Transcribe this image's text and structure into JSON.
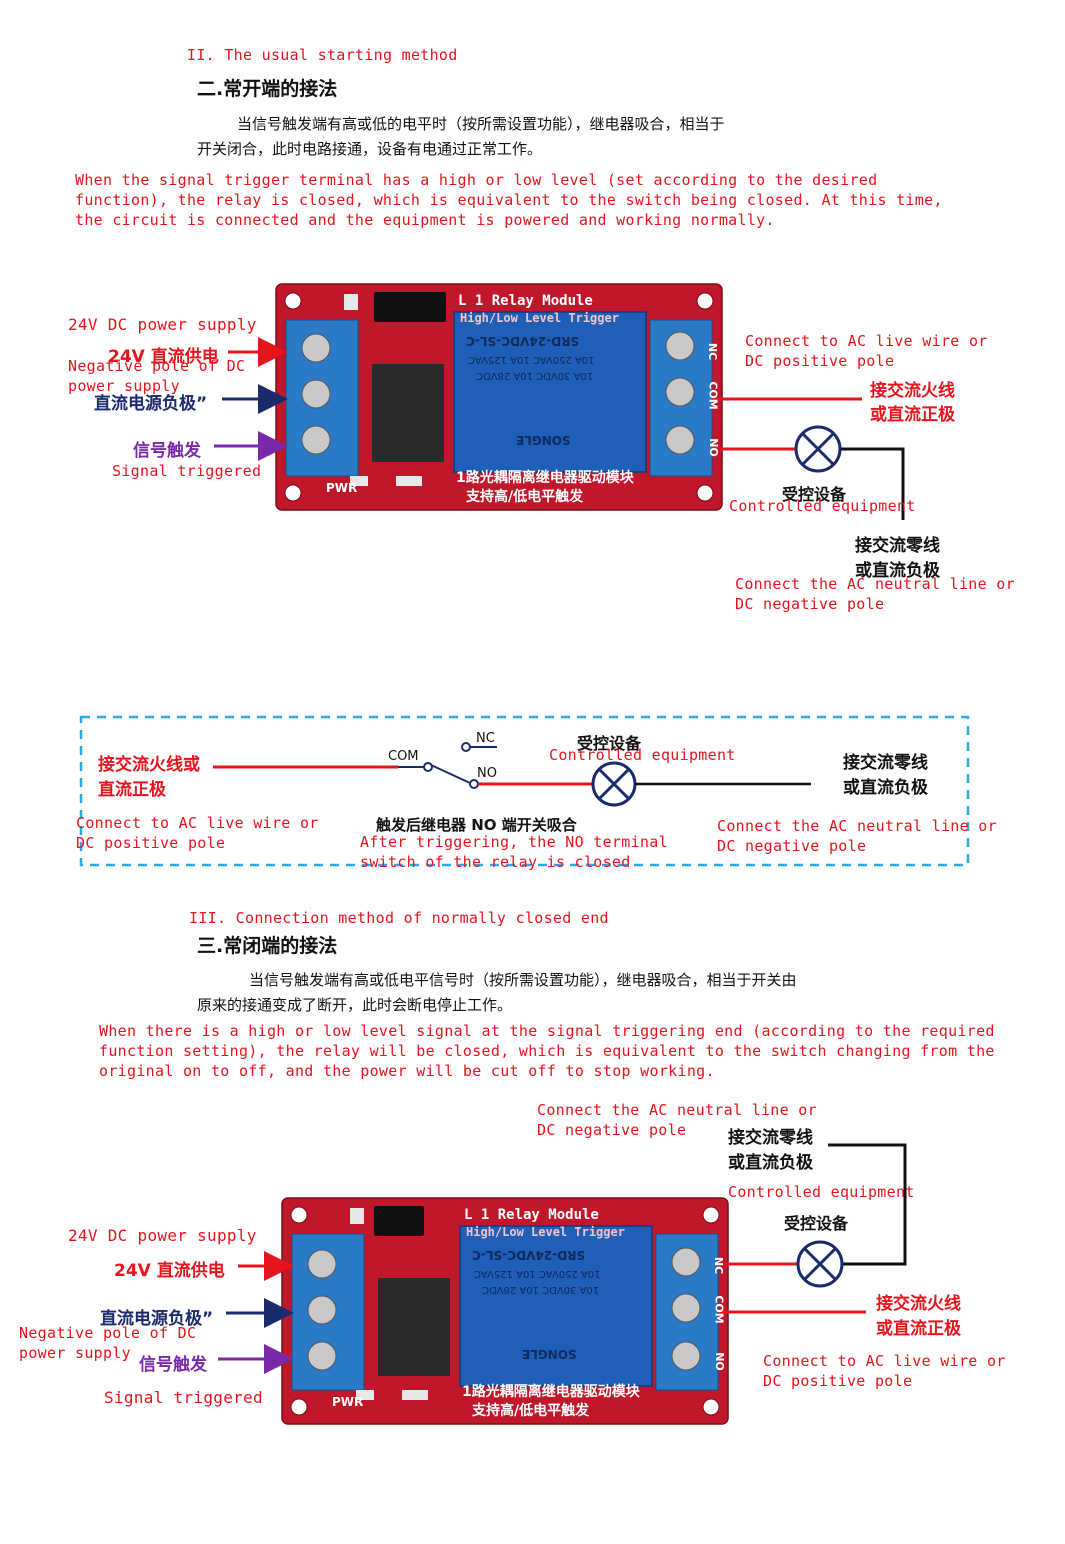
{
  "section2": {
    "title_en": "II. The usual starting method",
    "title_cn": "二.常开端的接法",
    "para_cn_1": "当信号触发端有高或低的电平时（按所需设置功能），继电器吸合，相当于",
    "para_cn_2": "开关闭合，此时电路接通，设备有电通过正常工作。",
    "para_en_1": "When the signal trigger terminal has a high or low level (set according to the desired",
    "para_en_2": "function), the relay is closed, which is equivalent to the switch being closed. At this time,",
    "para_en_3": "the circuit is connected and the equipment is powered and working normally."
  },
  "diagram1": {
    "power_en": "24V DC power supply",
    "power_cn": "24V 直流供电",
    "neg_en_1": "Negative pole of DC",
    "neg_en_2": "power supply",
    "neg_cn": "直流电源负极”",
    "sig_cn": "信号触发",
    "sig_en": "Signal triggered",
    "live_en_1": "Connect to AC live wire or",
    "live_en_2": "DC positive pole",
    "live_cn_1": "接交流火线",
    "live_cn_2": "或直流正极",
    "device_cn": "受控设备",
    "device_en": "Controlled equipment",
    "neutral_cn_1": "接交流零线",
    "neutral_cn_2": "或直流负极",
    "neutral_en_1": "Connect the AC neutral line or",
    "neutral_en_2": "DC negative pole"
  },
  "module": {
    "title": "L 1 Relay Module",
    "subtitle": "High/Low Level Trigger",
    "relay_model": "SRD-24VDC-SL-C",
    "relay_spec_1": "10A 250VAC  10A 125VAC",
    "relay_spec_2": "10A 30VDC  10A 28VDC",
    "relay_brand": "SONGLE",
    "board_cn_1": "1路光耦隔离继电器驱动模块",
    "board_cn_2": "支持高/低电平触发",
    "pwr": "PWR",
    "nc": "NC",
    "com": "COM",
    "no": "NO"
  },
  "schematic": {
    "live_cn_1": "接交流火线或",
    "live_cn_2": "直流正极",
    "live_en_1": "Connect to AC live wire or",
    "live_en_2": "DC positive pole",
    "com": "COM",
    "nc": "NC",
    "no": "NO",
    "device_cn": "受控设备",
    "device_en": "Controlled equipment",
    "neutral_cn_1": "接交流零线",
    "neutral_cn_2": "或直流负极",
    "neutral_en_1": "Connect the AC neutral line or",
    "neutral_en_2": "DC negative pole",
    "trigger_cn": "触发后继电器 NO 端开关吸合",
    "trigger_en_1": "After triggering, the NO terminal",
    "trigger_en_2": "switch of the relay is closed"
  },
  "section3": {
    "title_en": "III. Connection method of normally closed end",
    "title_cn": "三.常闭端的接法",
    "para_cn_1": "当信号触发端有高或低电平信号时（按所需设置功能），继电器吸合，相当于开关由",
    "para_cn_2": "原来的接通变成了断开，此时会断电停止工作。",
    "para_en_1": "When there is a high or low level signal at the signal triggering end (according to the required",
    "para_en_2": "function setting), the relay will be closed, which is equivalent to the switch changing from the",
    "para_en_3": "original on to off, and the power will be cut off to stop working."
  },
  "diagram2": {
    "power_en": "24V DC power supply",
    "power_cn": "24V 直流供电",
    "neg_cn": "直流电源负极”",
    "neg_en_1": "Negative pole of DC",
    "neg_en_2": "power supply",
    "sig_cn": "信号触发",
    "sig_en": "Signal triggered",
    "neutral_en_1": "Connect the AC neutral line or",
    "neutral_en_2": "DC negative pole",
    "neutral_cn_1": "接交流零线",
    "neutral_cn_2": "或直流负极",
    "device_en": "Controlled equipment",
    "device_cn": "受控设备",
    "live_cn_1": "接交流火线",
    "live_cn_2": "或直流正极",
    "live_en_1": "Connect to AC live wire or",
    "live_en_2": "DC positive pole"
  },
  "colors": {
    "red": "#e8141c",
    "navy": "#1a2a6c",
    "purple": "#7a2aa8",
    "board": "#c0182a",
    "terminal": "#2a7ac8",
    "relay": "#1f5fb8",
    "dashed": "#2aa8e8"
  }
}
